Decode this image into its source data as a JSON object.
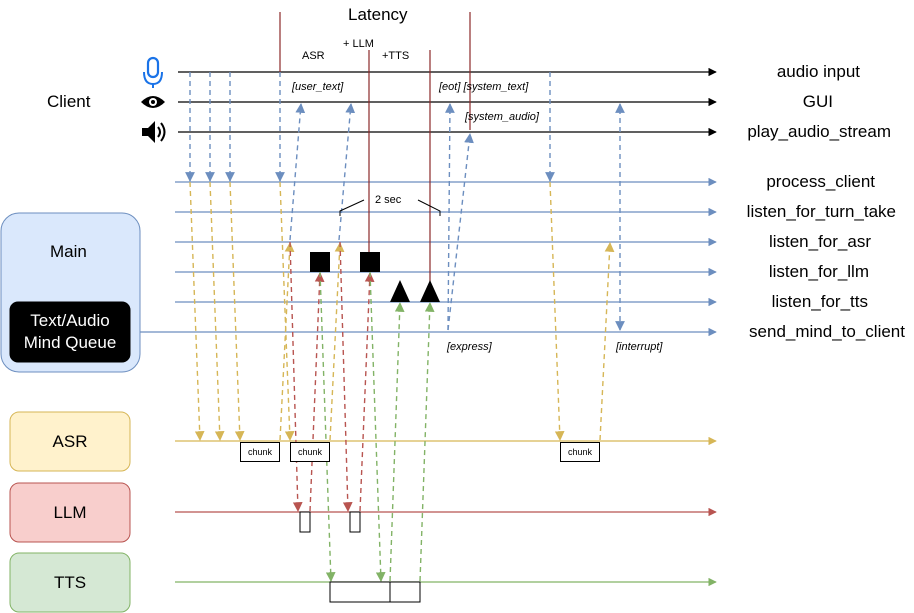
{
  "title": "Latency",
  "stages": {
    "asr": "ASR",
    "llm": "+ LLM",
    "tts": "+TTS"
  },
  "client_label": "Client",
  "client_lanes": [
    "audio input",
    "GUI",
    "play_audio_stream"
  ],
  "main_lanes": [
    "process_client",
    "listen_for_turn_take",
    "listen_for_asr",
    "listen_for_llm",
    "listen_for_tts",
    "send_mind_to_client"
  ],
  "main_label": "Main",
  "mind_queue_label": "Text/Audio\nMind Queue",
  "modules": {
    "asr": "ASR",
    "llm": "LLM",
    "tts": "TTS"
  },
  "chunk_label": "chunk",
  "annotations": {
    "user_text": "[user_text]",
    "eot_system_text": "[eot] [system_text]",
    "system_audio": "[system_audio]",
    "express": "[express]",
    "interrupt": "[interrupt]",
    "two_sec": "2 sec"
  },
  "icons": [
    "microphone-icon",
    "eye-icon",
    "speaker-icon"
  ],
  "colors": {
    "client_arrow": "#000000",
    "main_blue": "#6c8ebf",
    "main_fill": "#dae8fc",
    "asr_orange": "#d6b656",
    "asr_fill": "#fff2cc",
    "llm_red": "#b85450",
    "llm_fill": "#f8cecc",
    "tts_green": "#82b366",
    "tts_fill": "#d5e8d4",
    "latency_line": "#8b2a2a",
    "mic_blue": "#1a73e8"
  }
}
